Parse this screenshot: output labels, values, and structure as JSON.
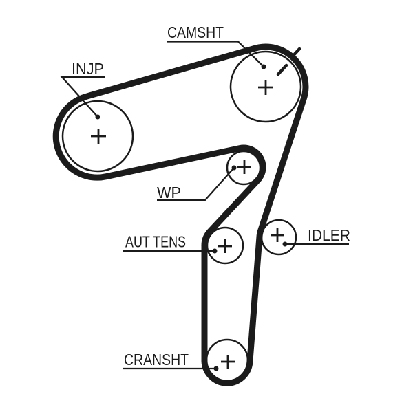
{
  "diagram": {
    "type": "timing-belt-routing-diagram",
    "colors": {
      "ink": "#1b1b1b",
      "background": "#ffffff"
    },
    "labels": {
      "camsht": "CAMSHT",
      "injp": "INJP",
      "wp": "WP",
      "aut_tens": "AUT TENS",
      "idler": "IDLER",
      "cransht": "CRANSHT"
    },
    "pulleys": [
      {
        "id": "injp",
        "label": "INJP",
        "role": "injection pump"
      },
      {
        "id": "camsht",
        "label": "CAMSHT",
        "role": "camshaft"
      },
      {
        "id": "wp",
        "label": "WP",
        "role": "water pump"
      },
      {
        "id": "aut_tens",
        "label": "AUT TENS",
        "role": "automatic tensioner"
      },
      {
        "id": "idler",
        "label": "IDLER",
        "role": "idler pulley"
      },
      {
        "id": "cransht",
        "label": "CRANSHT",
        "role": "crankshaft"
      }
    ],
    "center_marker": "+",
    "timing_mark": "dashed diagonal at camshaft upper-right"
  }
}
